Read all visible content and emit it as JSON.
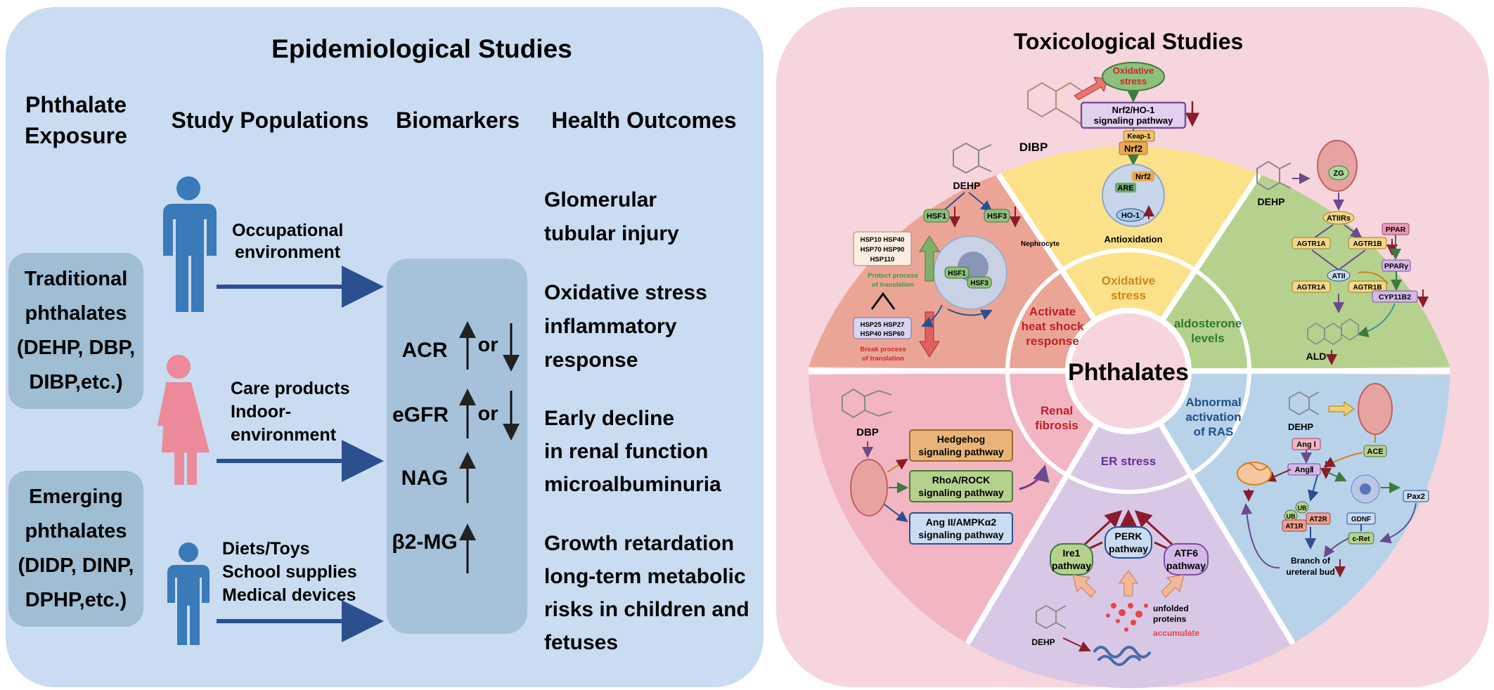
{
  "left": {
    "title": "Epidemiological Studies",
    "headers": {
      "exposure_1": "Phthalate",
      "exposure_2": "Exposure",
      "populations": "Study Populations",
      "biomarkers": "Biomarkers",
      "outcomes": "Health Outcomes"
    },
    "traditional": [
      "Traditional",
      "phthalates",
      "(DEHP, DBP,",
      "DIBP,etc.)"
    ],
    "emerging": [
      "Emerging",
      "phthalates",
      "(DIDP, DINP,",
      "DPHP,etc.)"
    ],
    "population_labels": {
      "occupational": [
        "Occupational",
        "environment"
      ],
      "care": [
        "Care products",
        "Indoor-",
        "environment"
      ],
      "diets": [
        "Diets/Toys",
        "School supplies",
        "Medical devices"
      ]
    },
    "biomarkers": [
      {
        "name": "ACR",
        "trend": "or"
      },
      {
        "name": "eGFR",
        "trend": "or"
      },
      {
        "name": "NAG",
        "trend": ""
      },
      {
        "name": "β2-MG",
        "trend": ""
      }
    ],
    "outcomes": [
      [
        "Glomerular",
        "tubular injury"
      ],
      [
        "Oxidative stress",
        "inflammatory",
        "response"
      ],
      [
        "Early decline",
        "in renal function",
        "microalbuminuria"
      ],
      [
        "Growth retardation",
        "long-term metabolic",
        "risks in children and",
        "fetuses"
      ]
    ]
  },
  "right": {
    "title": "Toxicological Studies",
    "center": "Phthalates",
    "inner_labels": {
      "heat_shock": [
        "Activate",
        "heat shock",
        "response"
      ],
      "oxidative": [
        "Oxidative",
        "stress"
      ],
      "aldosterone": [
        "aldosterone",
        "levels"
      ],
      "ras": [
        "Abnormal",
        "activation",
        "of RAS"
      ],
      "er_stress": [
        "ER stress"
      ],
      "renal_fibrosis": [
        "Renal",
        "fibrosis"
      ]
    },
    "oxidative_panel": {
      "compound": "DIBP",
      "oxidative_stress": [
        "Oxidative",
        "stress"
      ],
      "pathway": [
        "Nrf2/HO-1",
        "signaling pathway"
      ],
      "keap": "Keap-1",
      "nrf2": "Nrf2",
      "nrf2_nucleus": "Nrf2",
      "are": "ARE",
      "ho1": "HO-1",
      "result": "Antioxidation"
    },
    "heat_shock_panel": {
      "compound": "DEHP",
      "hsf1": "HSF1",
      "hsf3": "HSF3",
      "nephrocyte": "Nephrocyte",
      "hsp_up": [
        "HSP10 HSP40",
        "HSP70 HSP90",
        "HSP110"
      ],
      "protect": [
        "Protect process",
        "of translation"
      ],
      "hsp_down": [
        "HSP25 HSP27",
        "HSP40 HSP60"
      ],
      "break": [
        "Break process",
        "of translation"
      ]
    },
    "aldosterone_panel": {
      "compound": "DEHP",
      "zg": "ZG",
      "atiirs": "ATIIRs",
      "agtr1a": "AGTR1A",
      "agtr1b": "AGTR1B",
      "atii": "ATII",
      "ppar": "PPAR",
      "ppary": "PPARγ",
      "cyp": "CYP11B2",
      "ald": "ALD"
    },
    "fibrosis_panel": {
      "compound": "DBP",
      "pathways": [
        [
          "Hedgehog",
          "signaling pathway"
        ],
        [
          "RhoA/ROCK",
          "signaling pathway"
        ],
        [
          "Ang II/AMPKα2",
          "signaling pathway"
        ]
      ]
    },
    "er_panel": {
      "compound": "DEHP",
      "pathways": [
        [
          "Ire1",
          "pathway"
        ],
        [
          "PERK",
          "pathway"
        ],
        [
          "ATF6",
          "pathway"
        ]
      ],
      "unfolded": [
        "unfolded",
        "proteins"
      ],
      "accumulate": "accumulate"
    },
    "ras_panel": {
      "compound": "DEHP",
      "ang1": "Ang Ⅰ",
      "ang2": "AngⅡ",
      "ace": "ACE",
      "ub1": "UB",
      "ub2": "UB",
      "at1r": "AT1R",
      "at2r": "AT2R",
      "gdnf": "GDNF",
      "cret": "c-Ret",
      "pax2": "Pax2",
      "branch": [
        "Branch of",
        "ureteral bud"
      ]
    }
  }
}
